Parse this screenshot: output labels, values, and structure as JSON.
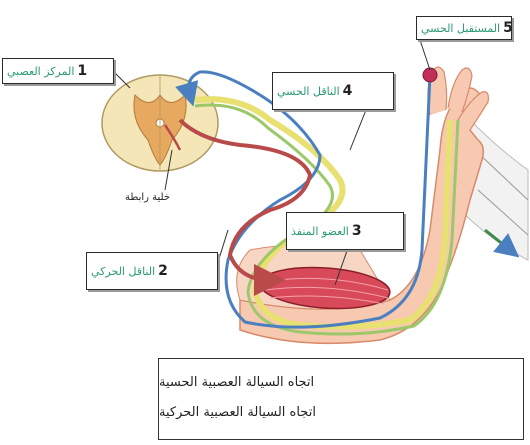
{
  "labels": {
    "center": {
      "num": "1",
      "text": "المركز العصبي"
    },
    "motor": {
      "num": "2",
      "text": "الناقل الحركي"
    },
    "effector": {
      "num": "3",
      "text": "العضو المنفذ"
    },
    "sensory": {
      "num": "4",
      "text": "الناقل الحسي"
    },
    "receptor": {
      "num": "5",
      "text": "المستقبل الحسي"
    },
    "interneuron": "خلية رابطة"
  },
  "legend": {
    "sensory_text": "اتجاه السيالة العصبية الحسية",
    "motor_text": "اتجاه السيالة العصبية الحركية"
  },
  "colors": {
    "sensory": "#4a7fc0",
    "motor": "#b84a4a",
    "label_text": "#2a9a74"
  }
}
